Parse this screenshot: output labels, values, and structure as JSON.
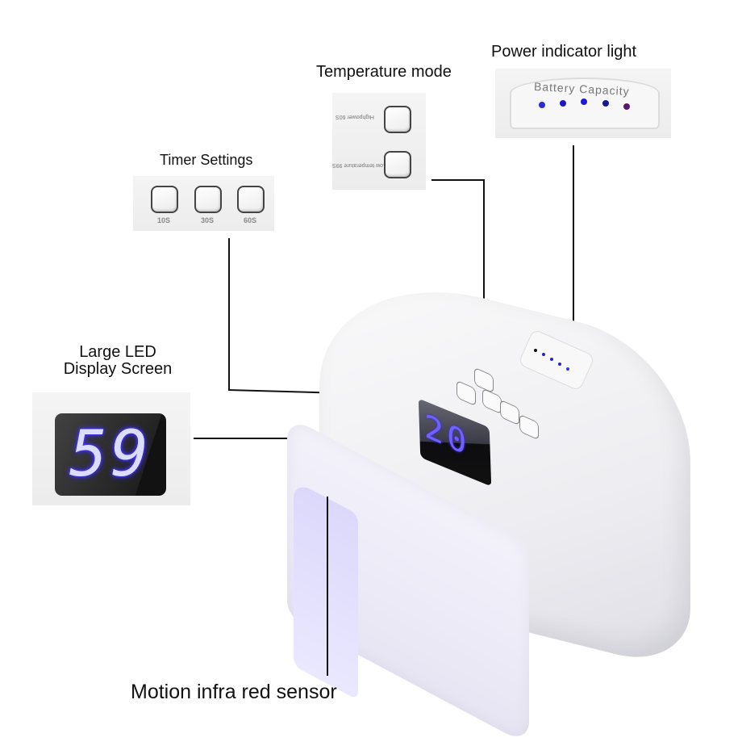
{
  "callouts": {
    "temperature_mode": {
      "label": "Temperature mode",
      "buttons": [
        {
          "caption": "Highpower 60S"
        },
        {
          "caption": "Low temperature 99S"
        }
      ]
    },
    "power_indicator": {
      "label": "Power indicator light",
      "panel_text": "Battery Capacity",
      "dot_colors": [
        "#2a2ad8",
        "#1818c8",
        "#1c1cd0",
        "#18189a",
        "#5a1a6a"
      ]
    },
    "timer_settings": {
      "label": "Timer Settings",
      "buttons": [
        {
          "caption": "10S"
        },
        {
          "caption": "30S"
        },
        {
          "caption": "60S"
        }
      ]
    },
    "led_display": {
      "label_line1": "Large LED",
      "label_line2": "Display Screen",
      "digits": "59"
    },
    "motion_sensor": {
      "label": "Motion infra red sensor"
    }
  },
  "lamp": {
    "display_digits": "20",
    "battery_text": "Battery Capacity"
  },
  "colors": {
    "led_glow": "#3a2cff",
    "line": "#111111",
    "panel_bg": "#f0f0f0"
  }
}
